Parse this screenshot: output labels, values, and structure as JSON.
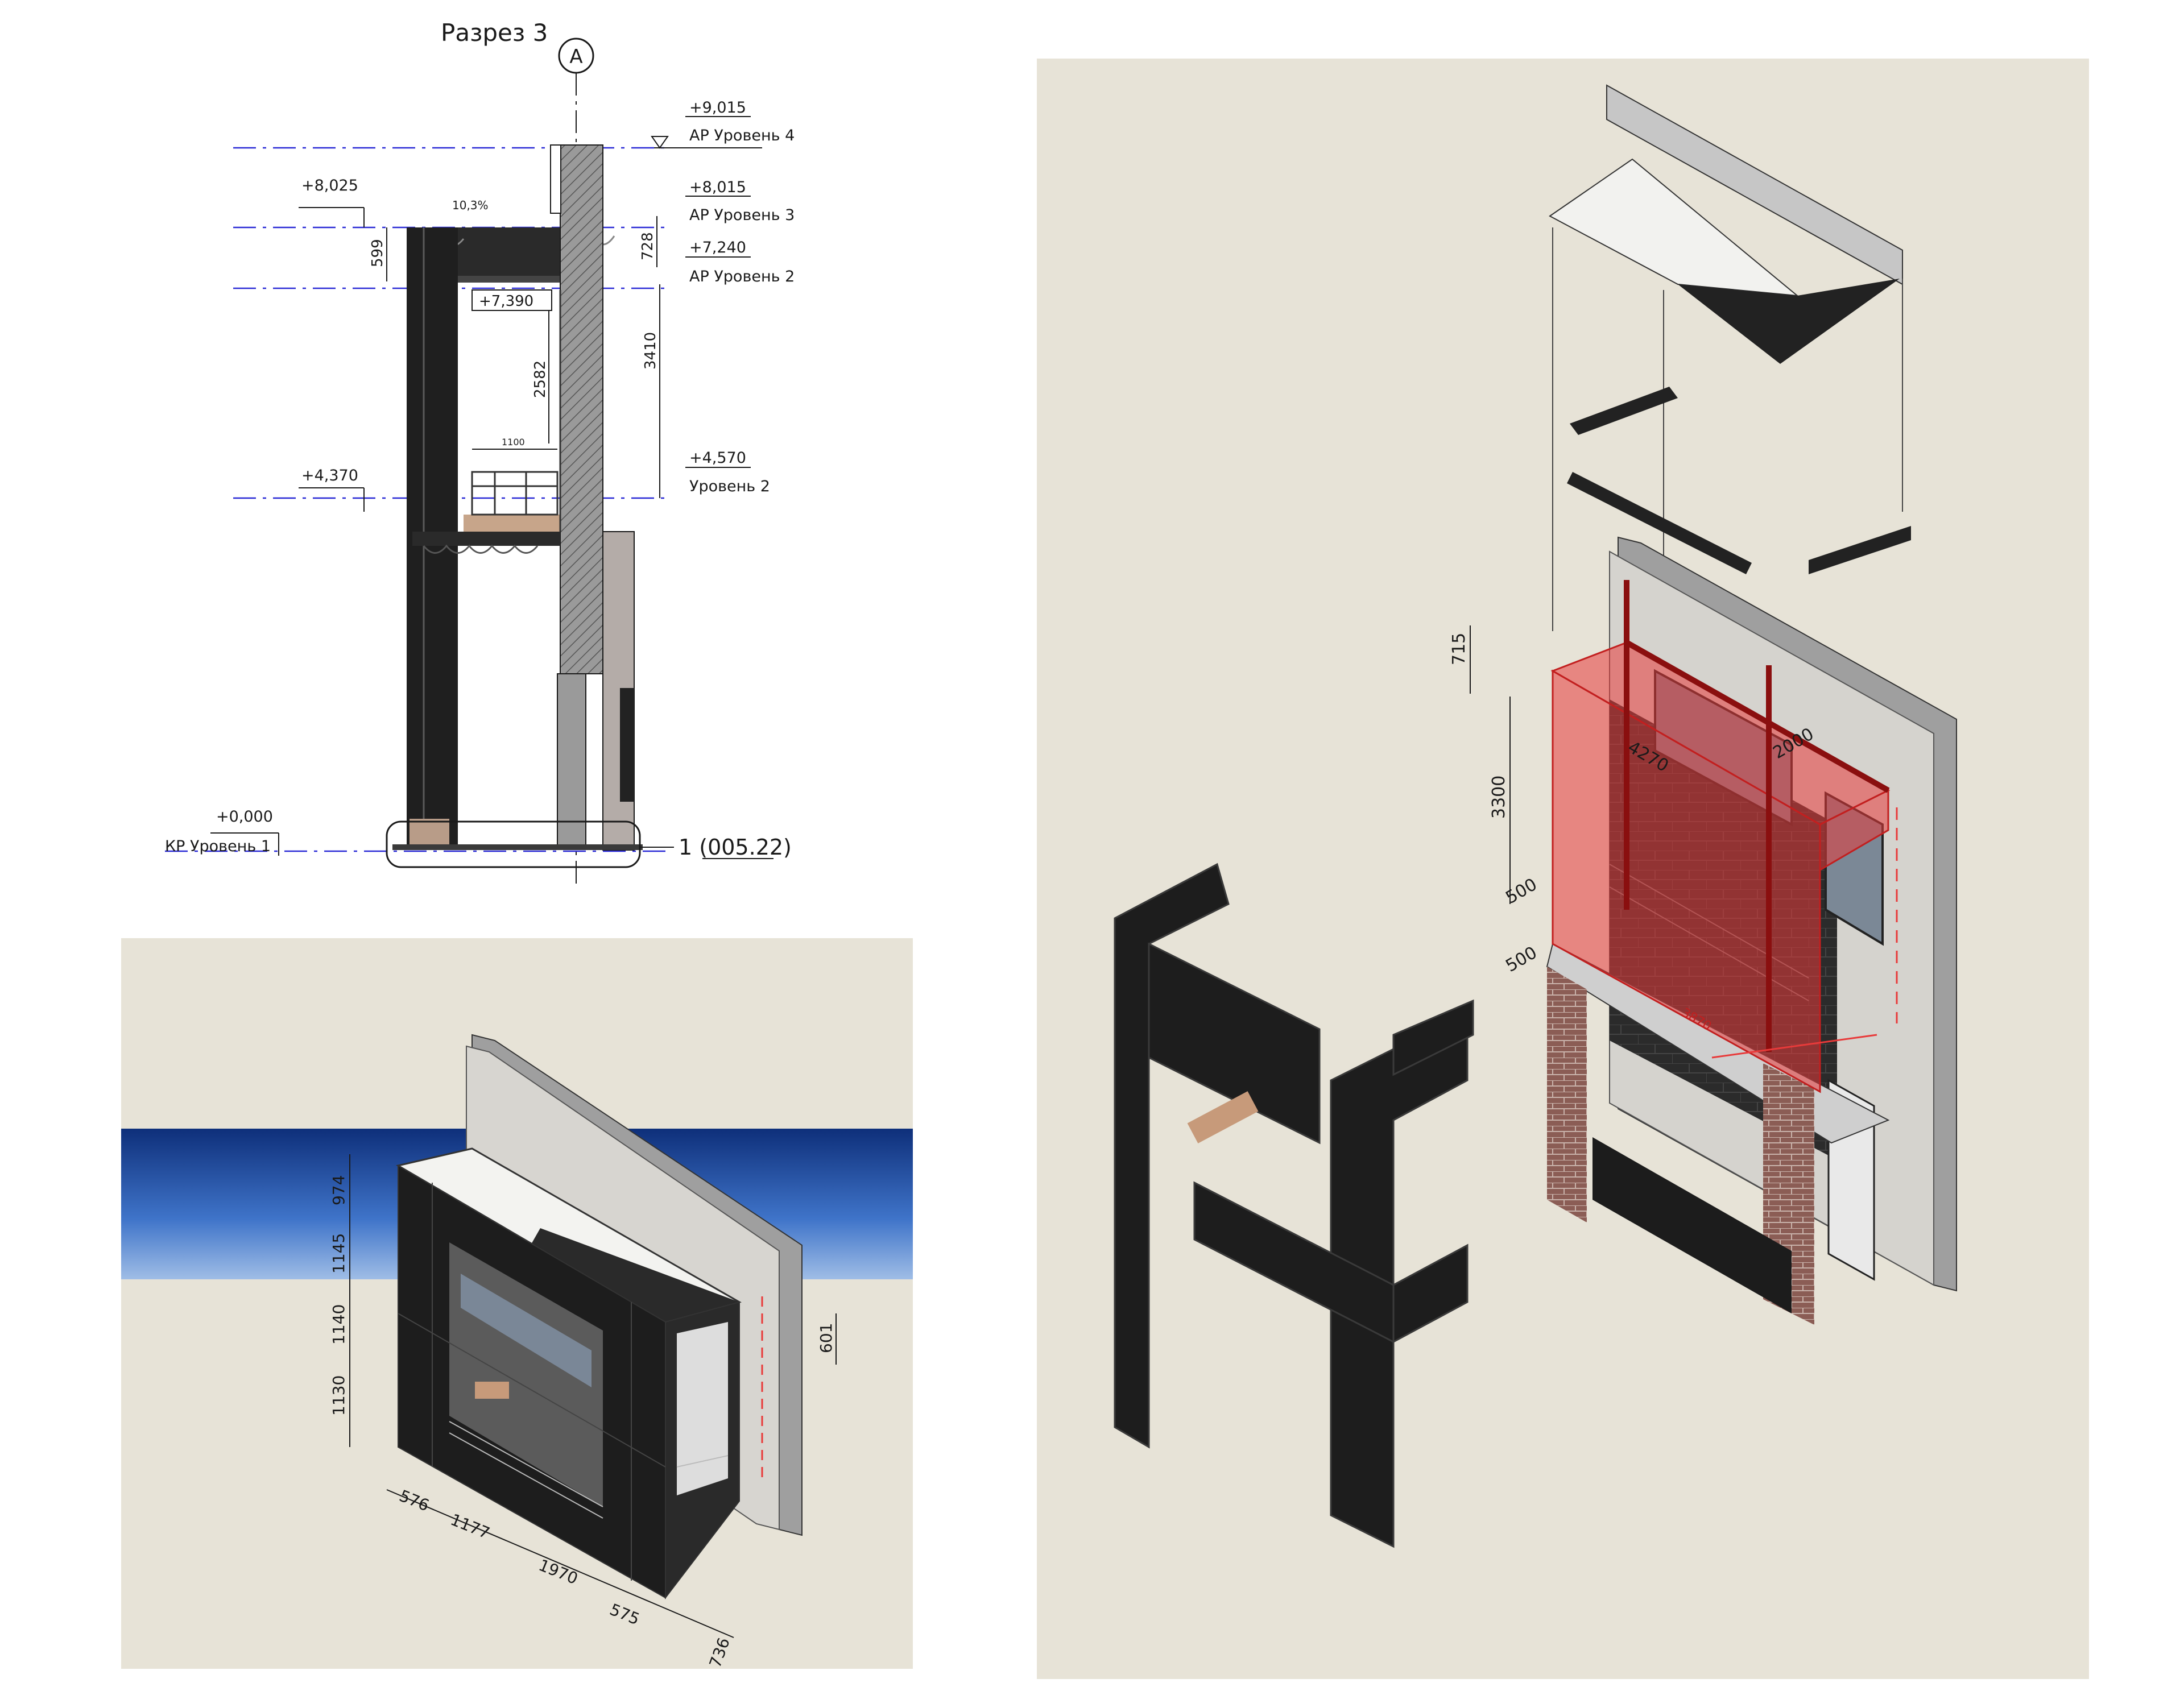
{
  "section": {
    "title": "Разрез 3",
    "axis_mark": "A",
    "levels": [
      {
        "elev": "+9,015",
        "name": "АР Уровень 4"
      },
      {
        "elev": "+8,015",
        "name": "АР Уровень 3"
      },
      {
        "elev": "+7,240",
        "name": "АР Уровень 2"
      },
      {
        "elev": "+4,570",
        "name": "Уровень 2"
      }
    ],
    "left_marks": [
      {
        "elev": "+8,025"
      },
      {
        "elev": "+4,370"
      },
      {
        "elev": "+0,000",
        "name": "КР Уровень 1"
      }
    ],
    "inner_mark": "+7,390",
    "slope": "10,3%",
    "dims": [
      "599",
      "728",
      "3410",
      "2582",
      "1100"
    ],
    "callout": "1 (005.22)"
  },
  "iso_small": {
    "dims_left": [
      "974",
      "1145",
      "1140",
      "1130"
    ],
    "dims_bottom": [
      "576",
      "1177",
      "1970",
      "575",
      "736"
    ],
    "dim_side": "601"
  },
  "iso_large": {
    "dims": [
      "715",
      "3300",
      "500",
      "500",
      "4270",
      "2000",
      "3870"
    ]
  },
  "colors": {
    "ink": "#1a1a1a",
    "level_line": "#2b2bd6",
    "panel": "#222222",
    "highlight": "#e83a3a",
    "ground": "#e7e3d7",
    "sky": "#2f5fb8",
    "brick": "#8a5a52"
  }
}
